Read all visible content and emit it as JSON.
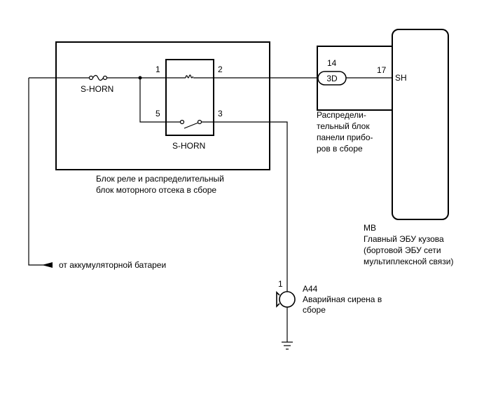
{
  "relay_block": {
    "fuse_label": "S-HORN",
    "relay_label": "S-HORN",
    "pins": {
      "p1": "1",
      "p2": "2",
      "p3": "3",
      "p5": "5"
    },
    "caption": [
      "Блок реле и распределительный",
      "блок моторного отсека в сборе"
    ]
  },
  "instrument_block": {
    "connector": "3D",
    "pin_in": "14",
    "pin_out": "17",
    "caption": [
      "Распредели-",
      "тельный блок",
      "панели прибо-",
      "ров в сборе"
    ]
  },
  "ecu": {
    "terminal": "SH",
    "code": "MB",
    "caption": [
      "Главный ЭБУ кузова",
      "(бортовой ЭБУ сети",
      "мультиплексной связи)"
    ]
  },
  "battery": {
    "label": "от аккумуляторной батареи"
  },
  "horn": {
    "pin": "1",
    "code": "A44",
    "caption": [
      "Аварийная сирена в",
      "сборе"
    ]
  }
}
